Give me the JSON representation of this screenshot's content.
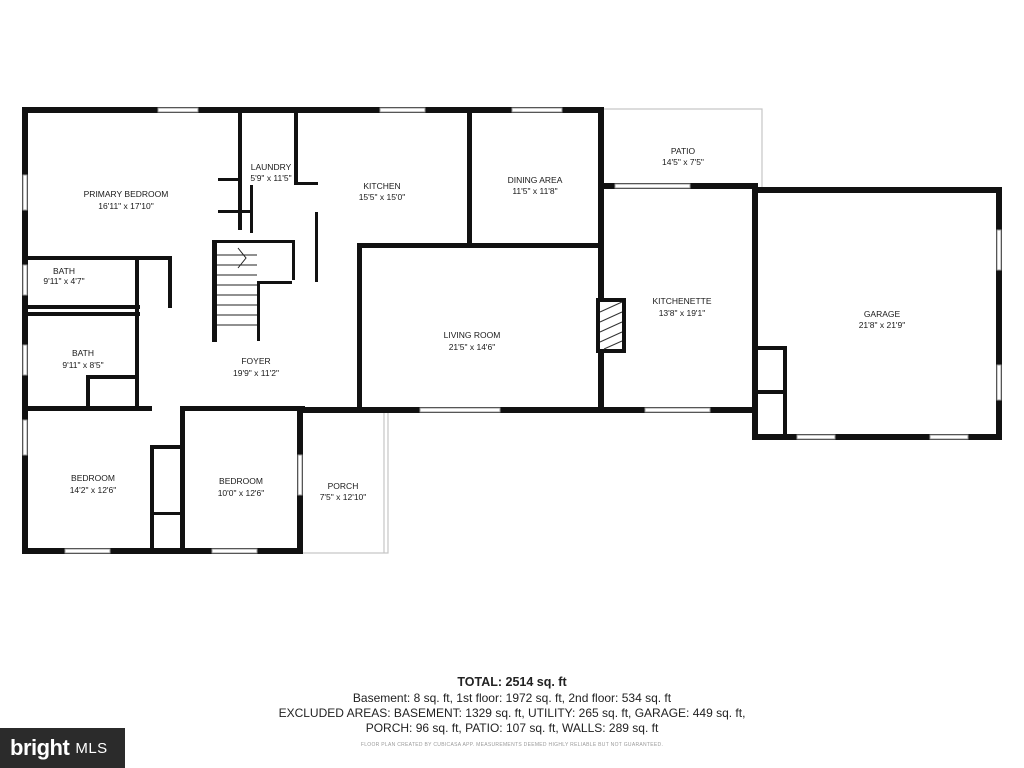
{
  "rooms": {
    "primary_bedroom": {
      "name": "PRIMARY BEDROOM",
      "dim": "16'11\" x 17'10\""
    },
    "laundry": {
      "name": "LAUNDRY",
      "dim": "5'9\" x 11'5\""
    },
    "kitchen": {
      "name": "KITCHEN",
      "dim": "15'5\" x 15'0\""
    },
    "dining_area": {
      "name": "DINING AREA",
      "dim": "11'5\" x 11'8\""
    },
    "patio": {
      "name": "PATIO",
      "dim": "14'5\" x 7'5\""
    },
    "bath1": {
      "name": "BATH",
      "dim": "9'11\" x 4'7\""
    },
    "bath2": {
      "name": "BATH",
      "dim": "9'11\" x 8'5\""
    },
    "foyer": {
      "name": "FOYER",
      "dim": "19'9\" x 11'2\""
    },
    "living_room": {
      "name": "LIVING ROOM",
      "dim": "21'5\" x 14'6\""
    },
    "kitchenette": {
      "name": "KITCHENETTE",
      "dim": "13'8\" x 19'1\""
    },
    "garage": {
      "name": "GARAGE",
      "dim": "21'8\" x 21'9\""
    },
    "bedroom1": {
      "name": "BEDROOM",
      "dim": "14'2\" x 12'6\""
    },
    "bedroom2": {
      "name": "BEDROOM",
      "dim": "10'0\" x 12'6\""
    },
    "porch": {
      "name": "PORCH",
      "dim": "7'5\" x 12'10\""
    }
  },
  "summary": {
    "total": "TOTAL: 2514 sq. ft",
    "line1": "Basement: 8 sq. ft, 1st floor: 1972 sq. ft, 2nd floor: 534 sq. ft",
    "line2": "EXCLUDED AREAS: BASEMENT: 1329 sq. ft, UTILITY: 265 sq. ft, GARAGE: 449 sq. ft,",
    "line3": "PORCH: 96 sq. ft, PATIO: 107 sq. ft, WALLS: 289 sq. ft",
    "disclaimer": "FLOOR PLAN CREATED BY CUBICASA APP. MEASUREMENTS DEEMED HIGHLY RELIABLE BUT NOT GUARANTEED."
  },
  "logo": {
    "brand": "bright",
    "suffix": "MLS"
  }
}
